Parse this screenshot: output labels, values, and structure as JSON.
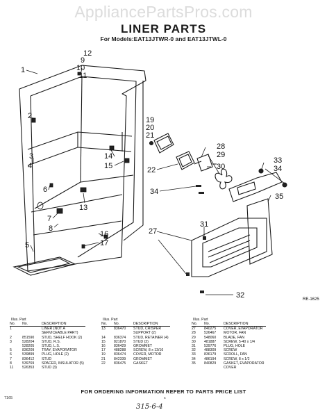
{
  "watermark": "AppliancePartsPros.com",
  "title": "LINER PARTS",
  "subtitle": "For Models:EAT13JTWR-0 and EAT13JTWL-0",
  "diagram_ref": "RE-1625",
  "callouts": [
    "1",
    "2",
    "3",
    "4",
    "5",
    "6",
    "7",
    "8",
    "9",
    "10",
    "11",
    "12",
    "13",
    "14",
    "15",
    "16",
    "17",
    "19",
    "20",
    "21",
    "22",
    "27",
    "28",
    "29",
    "30",
    "31",
    "32",
    "33",
    "34",
    "35"
  ],
  "table": {
    "headers": {
      "illus_top": "Illus. Part",
      "no": "No.",
      "part_no": "No.",
      "description": "DESCRIPTION"
    },
    "columns": [
      [
        {
          "no": "1",
          "part": "",
          "desc": "LINER (NOT A"
        },
        {
          "no": "",
          "part": "",
          "desc": "SERVICEABLE PART)"
        },
        {
          "no": "2",
          "part": "851590",
          "desc": "STUD, SHELF HOOK (2)"
        },
        {
          "no": "3",
          "part": "528204",
          "desc": "STUD, R.S."
        },
        {
          "no": "",
          "part": "528205",
          "desc": "STUD, L.S."
        },
        {
          "no": "5",
          "part": "836209",
          "desc": "TRAY, EVAPORATOR"
        },
        {
          "no": "6",
          "part": "539899",
          "desc": "PLUG, HOLE (2)"
        },
        {
          "no": "7",
          "part": "836412",
          "desc": "STUD"
        },
        {
          "no": "8",
          "part": "539769",
          "desc": "SPACER, INSULATOR (5)"
        },
        {
          "no": "11",
          "part": "526353",
          "desc": "STUD (3)"
        }
      ],
      [
        {
          "no": "13",
          "part": "836470",
          "desc": "STUD, CRISPER"
        },
        {
          "no": "",
          "part": "",
          "desc": "SUPPORT (2)"
        },
        {
          "no": "14",
          "part": "836374",
          "desc": "STUD, RETAINER (4)"
        },
        {
          "no": "15",
          "part": "821870",
          "desc": "STUD (2)"
        },
        {
          "no": "16",
          "part": "836429",
          "desc": "GROMMET"
        },
        {
          "no": "17",
          "part": "488288",
          "desc": "SCREW, 8 x 13/16"
        },
        {
          "no": "19",
          "part": "836474",
          "desc": "COVER, MOTOR"
        },
        {
          "no": "21",
          "part": "842339",
          "desc": "GROMMET"
        },
        {
          "no": "22",
          "part": "836475",
          "desc": "GASKET"
        }
      ],
      [
        {
          "no": "27",
          "part": "840275",
          "desc": "COVER, EVAPORATOR"
        },
        {
          "no": "28",
          "part": "526467",
          "desc": "MOTOR, FAN"
        },
        {
          "no": "29",
          "part": "548060",
          "desc": "BLADE, FAN"
        },
        {
          "no": "30",
          "part": "481887",
          "desc": "SCREW, 5-40 x 1/4"
        },
        {
          "no": "31",
          "part": "539776",
          "desc": "PLUG, HOLE"
        },
        {
          "no": "32",
          "part": "488309",
          "desc": "SCREW"
        },
        {
          "no": "33",
          "part": "836179",
          "desc": "SCROLL, FAN"
        },
        {
          "no": "34",
          "part": "486194",
          "desc": "SCREW, 8 x 1/2"
        },
        {
          "no": "35",
          "part": "840829",
          "desc": "GASKET, EVAPORATOR"
        },
        {
          "no": "",
          "part": "",
          "desc": "COVER"
        }
      ]
    ]
  },
  "footer": "FOR ORDERING INFORMATION REFER TO PARTS PRICE LIST",
  "page_code": "7165",
  "page_letter": "c",
  "handwritten": "315-6-4"
}
